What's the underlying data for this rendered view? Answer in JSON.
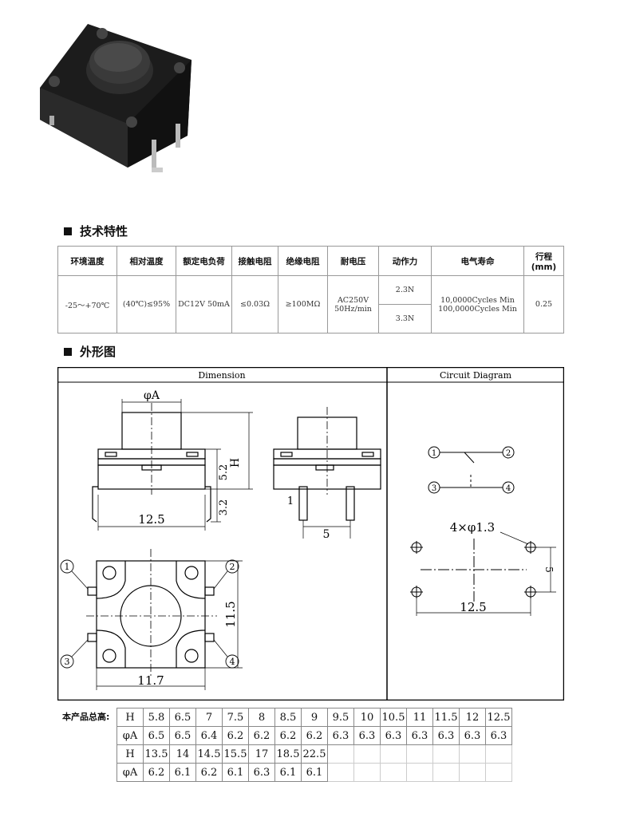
{
  "section_spec": {
    "title": "技术特性"
  },
  "spec_table": {
    "headers": [
      "环境温度",
      "相对温度",
      "额定电负荷",
      "接触电阻",
      "绝缘电阻",
      "耐电压",
      "动作力",
      "电气寿命",
      "行程(mm)"
    ],
    "row": {
      "env_temp": "-25～+70℃",
      "humidity": "(40℃)≤95%",
      "rated_load": "DC12V 50mA",
      "contact_resistance": "≤0.03Ω",
      "insulation_resistance": "≥100MΩ",
      "withstand_voltage_1": "AC250V",
      "withstand_voltage_2": "50Hz/min",
      "force_1": "2.3N",
      "force_2": "3.3N",
      "life_1": "10,0000Cycles Min",
      "life_2": "100,0000Cycles Min",
      "travel": "0.25"
    }
  },
  "section_outline": {
    "title": "外形图"
  },
  "drawing": {
    "dimension_header": "Dimension",
    "circuit_header": "Circuit Diagram",
    "phi_a": "φA",
    "h": "H",
    "dim_5_2": "5.2",
    "dim_3_2": "3.2",
    "dim_12_5": "12.5",
    "dim_1": "1",
    "dim_5": "5",
    "dim_11_5": "11.5",
    "dim_11_7": "11.7",
    "pin1": "1",
    "pin2": "2",
    "pin3": "3",
    "pin4": "4",
    "holes": "4×φ1.3",
    "cd_5": "5",
    "cd_12_5": "12.5"
  },
  "heights": {
    "label": "本产品总高:",
    "row1_h_label": "H",
    "row1_h": [
      "5.8",
      "6.5",
      "7",
      "7.5",
      "8",
      "8.5",
      "9",
      "9.5",
      "10",
      "10.5",
      "11",
      "11.5",
      "12",
      "12.5"
    ],
    "row1_a_label": "φA",
    "row1_a": [
      "6.5",
      "6.5",
      "6.4",
      "6.2",
      "6.2",
      "6.2",
      "6.2",
      "6.3",
      "6.3",
      "6.3",
      "6.3",
      "6.3",
      "6.3",
      "6.3"
    ],
    "row2_h_label": "H",
    "row2_h": [
      "13.5",
      "14",
      "14.5",
      "15.5",
      "17",
      "18.5",
      "22.5"
    ],
    "row2_a_label": "φA",
    "row2_a": [
      "6.2",
      "6.1",
      "6.2",
      "6.1",
      "6.3",
      "6.1",
      "6.1"
    ]
  }
}
